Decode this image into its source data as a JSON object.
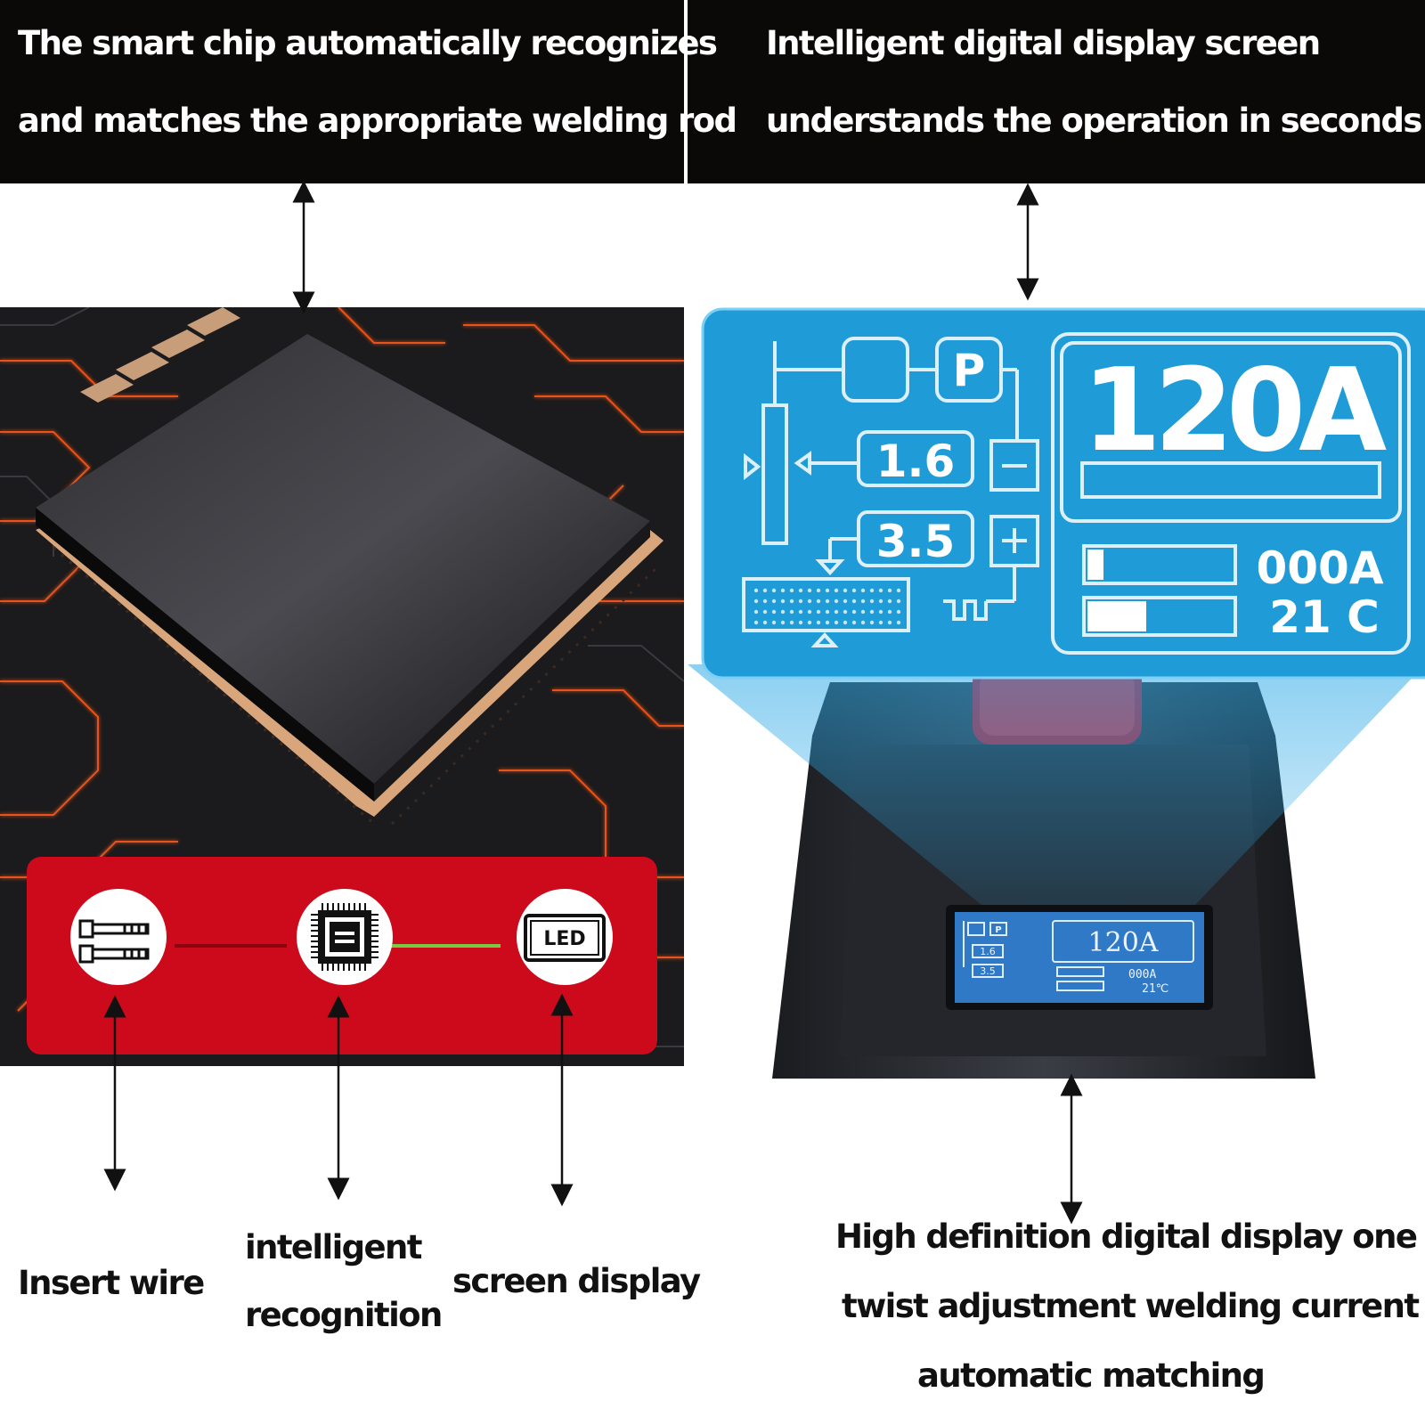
{
  "left_banner": {
    "line1": "The smart chip automatically recognizes",
    "line2": "and matches the appropriate welding rod"
  },
  "right_banner": {
    "line1": "Intelligent digital display screen",
    "line2": "understands the operation in seconds"
  },
  "display": {
    "big_current": "120A",
    "rod_small": "1.6",
    "rod_large": "3.5",
    "mode_letter": "P",
    "output_current": "000A",
    "temperature": "21 C",
    "mini_temperature": "21℃",
    "led_label": "LED"
  },
  "flow_labels": {
    "insert_wire": "Insert wire",
    "intelligent_line1": "intelligent",
    "intelligent_line2": "recognition",
    "screen_display": "screen display"
  },
  "right_caption": {
    "line1": "High definition digital display one",
    "line2": "twist adjustment welding current",
    "line3": "automatic matching"
  },
  "colors": {
    "banner": "#0b0808",
    "red_panel": "#cc0a1c",
    "display_blue": "#1f9bd8",
    "circuit_glow": "#ff5a1e"
  },
  "icons": [
    "bolts-icon",
    "chip-icon",
    "led-screen-icon"
  ]
}
